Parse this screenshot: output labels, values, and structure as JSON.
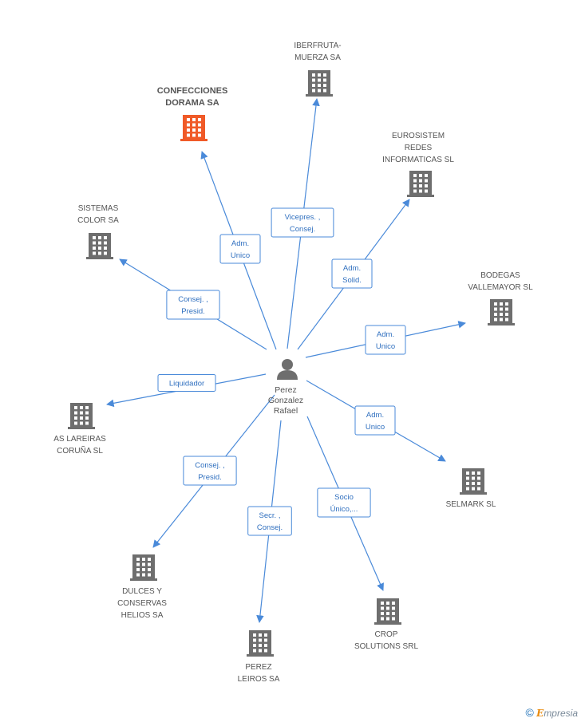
{
  "center": {
    "name_lines": [
      "Perez",
      "Gonzalez",
      "Rafael"
    ],
    "icon": "person-icon"
  },
  "colors": {
    "edge": "#4a8ad9",
    "building": "#6e6e6e",
    "focus_building": "#f05a28"
  },
  "companies": [
    {
      "id": "confecciones",
      "label_lines": [
        "CONFECCIONES",
        "DORAMA SA"
      ],
      "focus": true,
      "role_lines": [
        "Adm.",
        "Unico"
      ]
    },
    {
      "id": "iberfruta",
      "label_lines": [
        "IBERFRUTA-",
        "MUERZA SA"
      ],
      "focus": false,
      "role_lines": [
        "Vicepres. ,",
        "Consej."
      ]
    },
    {
      "id": "eurosistem",
      "label_lines": [
        "EUROSISTEM",
        "REDES",
        "INFORMATICAS SL"
      ],
      "focus": false,
      "role_lines": [
        "Adm.",
        "Solid."
      ]
    },
    {
      "id": "sistemas",
      "label_lines": [
        "SISTEMAS",
        "COLOR SA"
      ],
      "focus": false,
      "role_lines": [
        "Consej. ,",
        "Presid."
      ]
    },
    {
      "id": "bodegas",
      "label_lines": [
        "BODEGAS",
        "VALLEMAYOR SL"
      ],
      "focus": false,
      "role_lines": [
        "Adm.",
        "Unico"
      ]
    },
    {
      "id": "lareiras",
      "label_lines": [
        "AS LAREIRAS",
        "CORUÑA SL"
      ],
      "focus": false,
      "role_lines": [
        "Liquidador"
      ]
    },
    {
      "id": "selmark",
      "label_lines": [
        "SELMARK SL"
      ],
      "focus": false,
      "role_lines": [
        "Adm.",
        "Unico"
      ]
    },
    {
      "id": "dulces",
      "label_lines": [
        "DULCES Y",
        "CONSERVAS",
        "HELIOS SA"
      ],
      "focus": false,
      "role_lines": [
        "Consej. ,",
        "Presid."
      ]
    },
    {
      "id": "perezleiros",
      "label_lines": [
        "PEREZ",
        "LEIROS SA"
      ],
      "focus": false,
      "role_lines": [
        "Secr. ,",
        "Consej."
      ]
    },
    {
      "id": "crop",
      "label_lines": [
        "CROP",
        "SOLUTIONS SRL"
      ],
      "focus": false,
      "role_lines": [
        "Socio",
        "Único,..."
      ]
    }
  ],
  "watermark": {
    "copyright": "©",
    "brand_initial": "E",
    "brand_rest": "mpresia"
  }
}
